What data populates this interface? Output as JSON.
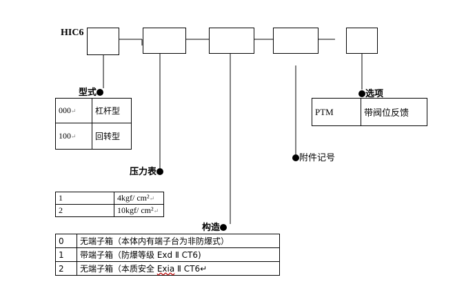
{
  "model_prefix": "HIC6",
  "groups": {
    "type": {
      "title": "型式",
      "rows": [
        {
          "code": "000",
          "mark": "↵",
          "desc": "杠杆型"
        },
        {
          "code": "100",
          "mark": "↵",
          "desc": "回转型"
        }
      ]
    },
    "pressure_gauge": {
      "title": "压力表",
      "rows": [
        {
          "code": "1",
          "value": "4kgf/ cm²",
          "mark": "↵"
        },
        {
          "code": "2",
          "value": "10kgf/ cm²",
          "mark": "↵"
        }
      ]
    },
    "construction": {
      "title": "构造",
      "rows": [
        {
          "code": "0",
          "desc": "无端子箱（本体内有端子台为非防爆式）"
        },
        {
          "code": "1",
          "desc_pre": "带端子箱（防爆等级 ",
          "desc_under": "Exd",
          "desc_post": " Ⅱ CT6)"
        },
        {
          "code": "2",
          "desc_pre": "无端子箱（本质安全 ",
          "desc_under": "Exia",
          "desc_post": " Ⅱ CT6↵"
        }
      ]
    },
    "accessory": {
      "title": "附件记号"
    },
    "option": {
      "title": "选项",
      "rows": [
        {
          "code": "PTM",
          "desc": "带阀位反馈"
        }
      ]
    }
  }
}
